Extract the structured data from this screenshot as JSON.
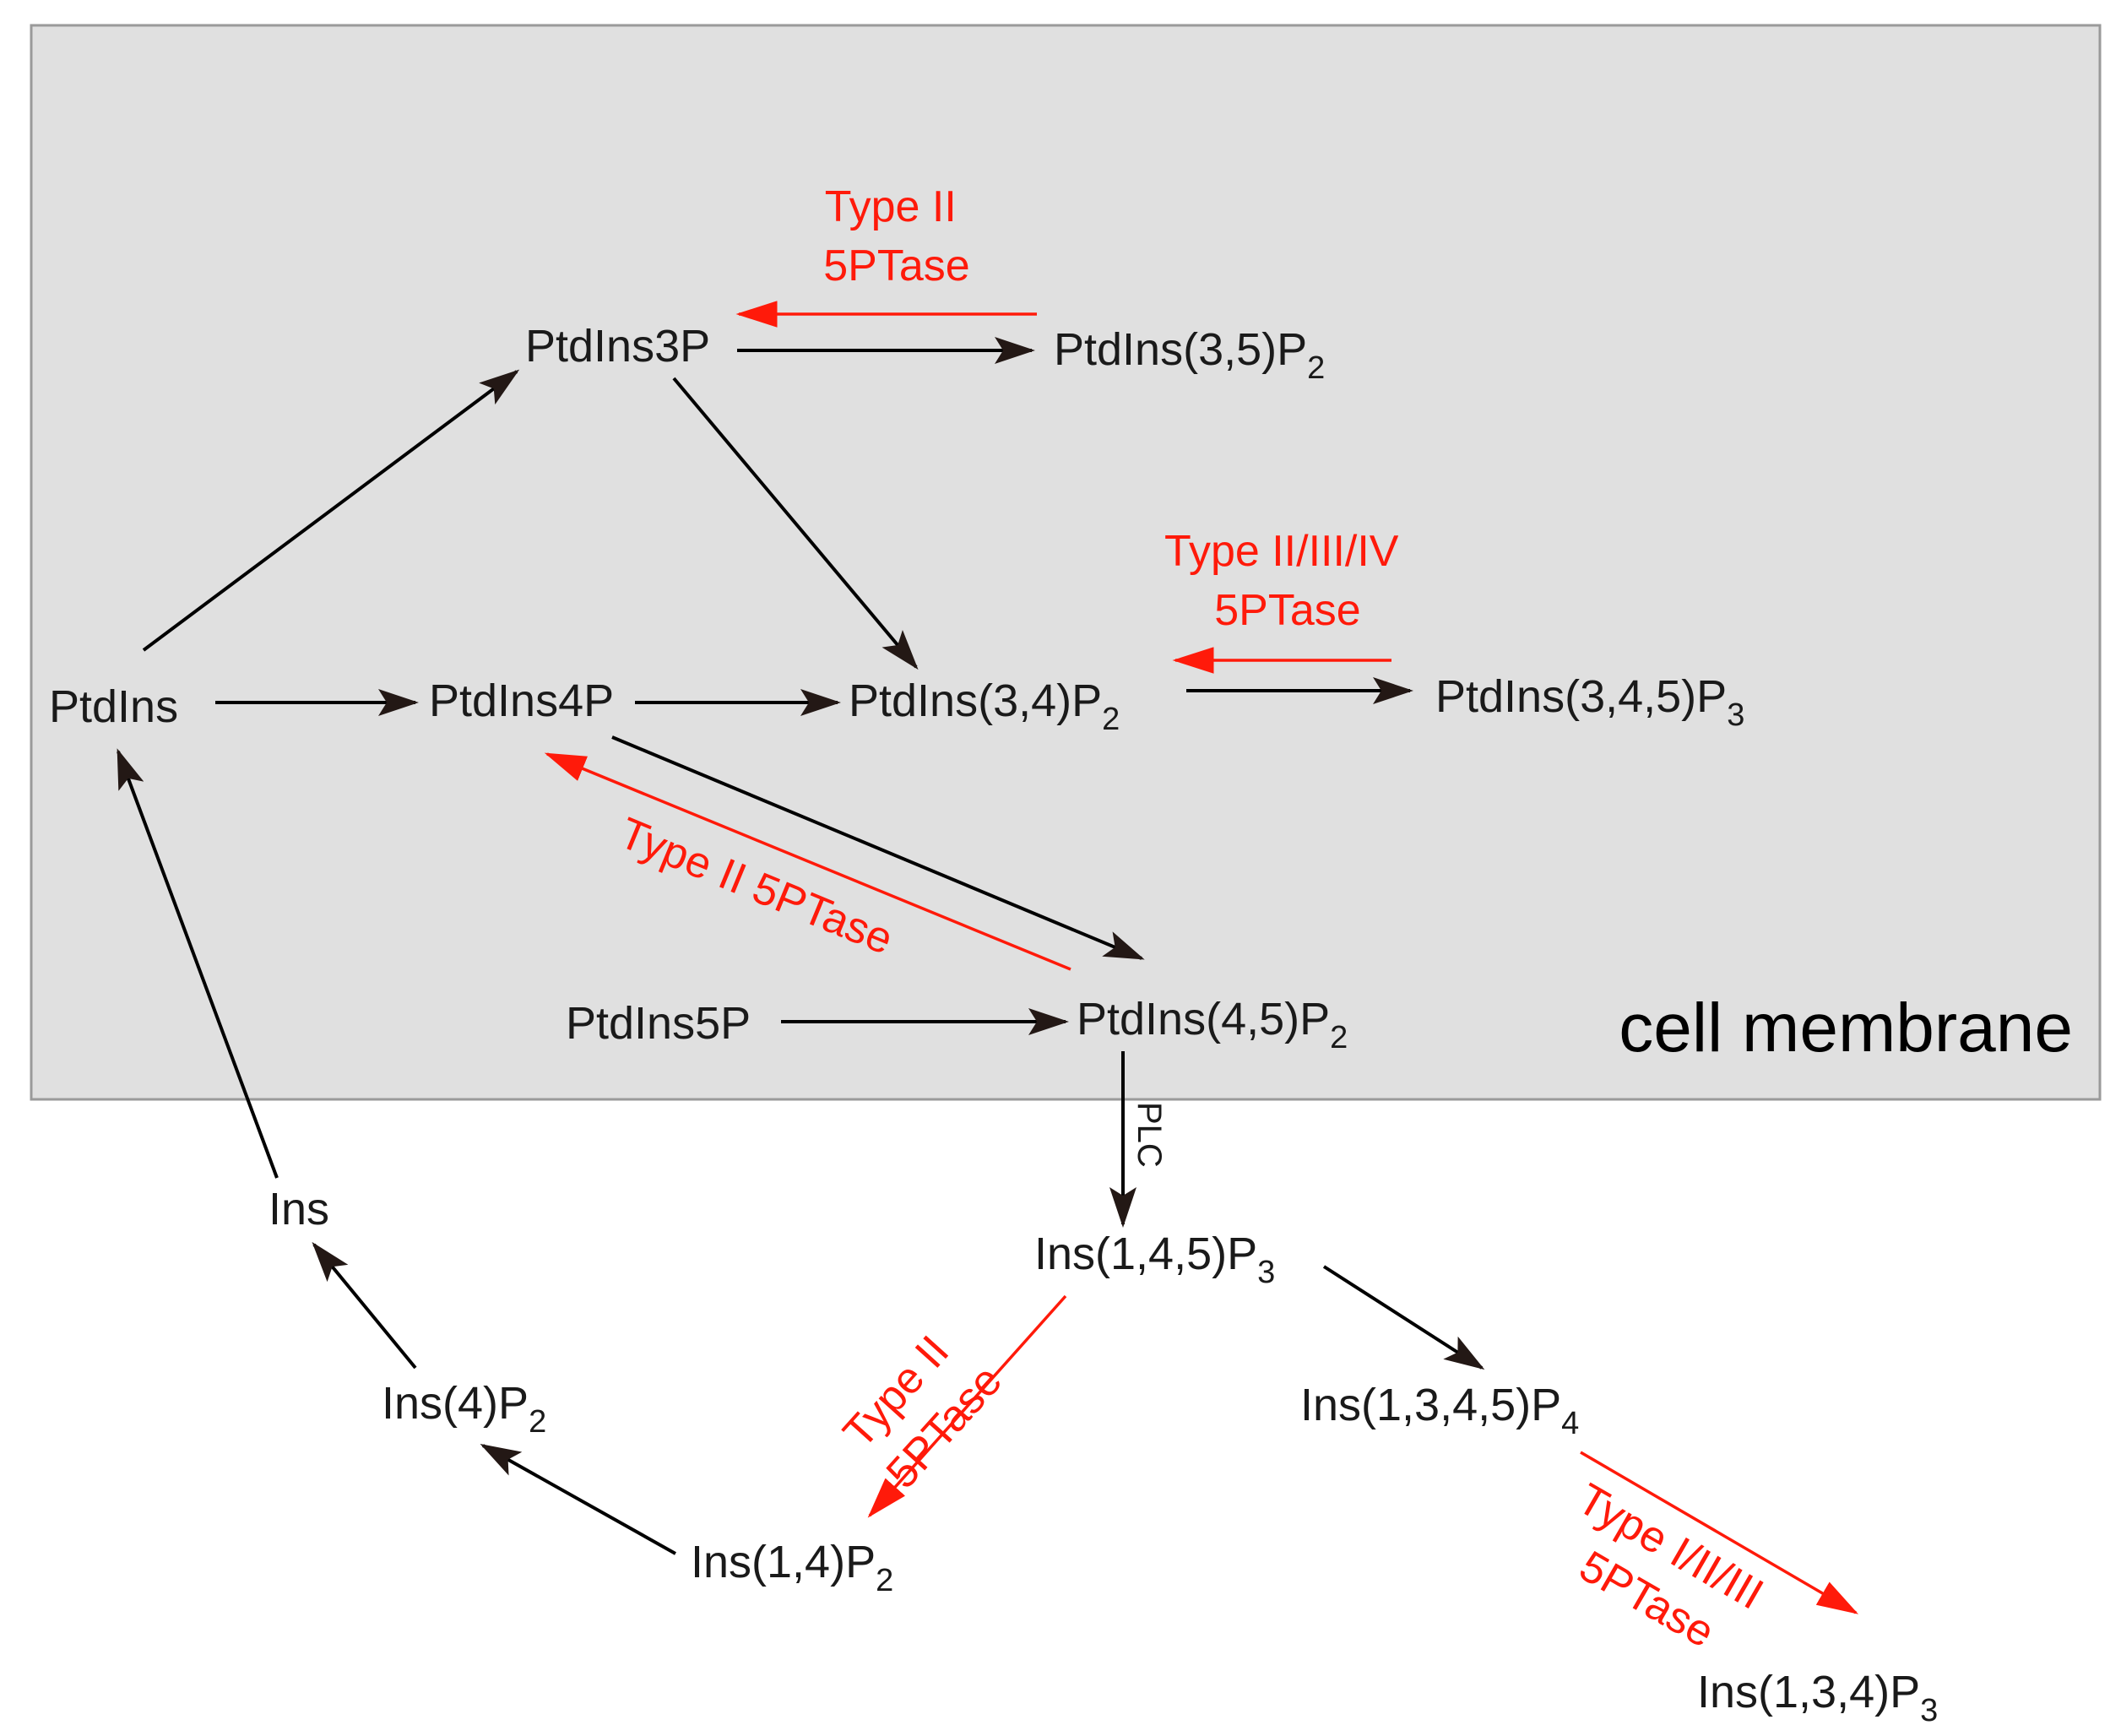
{
  "colors": {
    "membrane_fill": "#e0e0e0",
    "membrane_border": "#9a9a9a",
    "enzyme": "#ff1a0a",
    "pathway": "#000000",
    "arrowhead": "#231815"
  },
  "region_label": "cell membrane",
  "nodes": {
    "ptdins": "PtdIns",
    "ptdins3p": "PtdIns3P",
    "ptdins4p": "PtdIns4P",
    "ptdins5p": "PtdIns5P",
    "ptdins35p2_main": "PtdIns(3,5)P",
    "ptdins35p2_sub": "2",
    "ptdins34p2_main": "PtdIns(3,4)P",
    "ptdins34p2_sub": "2",
    "ptdins345p3_main": "PtdIns(3,4,5)P",
    "ptdins345p3_sub": "3",
    "ptdins45p2_main": "PtdIns(4,5)P",
    "ptdins45p2_sub": "2",
    "ins": "Ins",
    "ins4p2_main": "Ins(4)P",
    "ins4p2_sub": "2",
    "ins14p2_main": "Ins(1,4)P",
    "ins14p2_sub": "2",
    "ins145p3_main": "Ins(1,4,5)P",
    "ins145p3_sub": "3",
    "ins1345p4_main": "Ins(1,3,4,5)P",
    "ins1345p4_sub": "4",
    "ins134p3_main": "Ins(1,3,4)P",
    "ins134p3_sub": "3"
  },
  "enzymes": {
    "e1_line1": "Type II",
    "e1_line2": "5PTase",
    "e2_line1": "Type II/III/IV",
    "e2_line2": "5PTase",
    "e3": "Type II  5PTase",
    "e4_line1": "Type II",
    "e4_line2": "5PTase",
    "e5_line1": "Type I/II/III",
    "e5_line2": "5PTase",
    "plc": "PLC"
  }
}
